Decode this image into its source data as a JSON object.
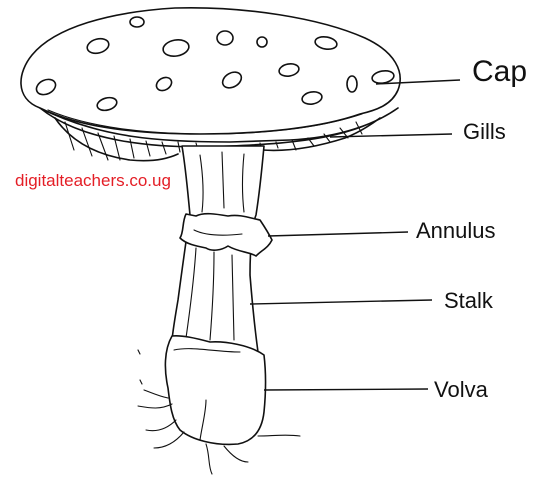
{
  "diagram": {
    "labels": {
      "cap": "Cap",
      "gills": "Gills",
      "annulus": "Annulus",
      "stalk": "Stalk",
      "volva": "Volva"
    },
    "watermark": "digitalteachers.co.ug"
  }
}
